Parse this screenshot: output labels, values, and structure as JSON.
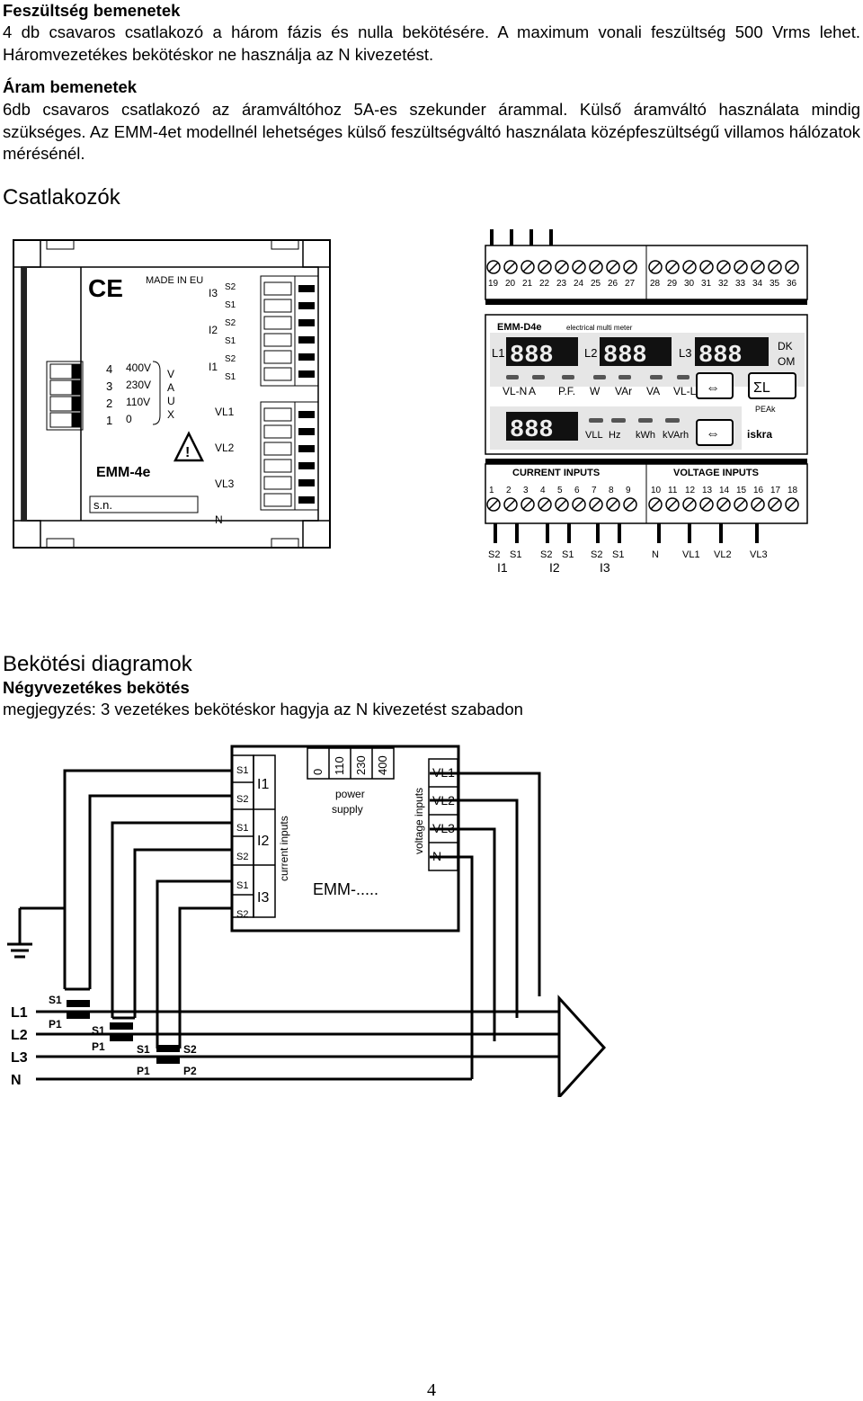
{
  "voltage": {
    "heading": "Feszültség bemenetek",
    "body": "4 db csavaros csatlakozó a három fázis és nulla bekötésére. A maximum vonali feszültség 500 Vrms lehet. Háromvezetékes bekötéskor ne használja az N kivezetést."
  },
  "current": {
    "heading": "Áram bemenetek",
    "body": "6db csavaros csatlakozó az áramváltóhoz 5A-es szekunder árammal. Külső áramváltó használata mindig szükséges. Az EMM-4et modellnél lehetséges külső feszültségváltó használata középfeszültségű villamos hálózatok mérésénél."
  },
  "connectors": {
    "title": "Csatlakozók",
    "left_device": {
      "made_in": "MADE IN EU",
      "model": "EMM-4e",
      "sn": "s.n.",
      "aux_terms": [
        "4",
        "3",
        "2",
        "1"
      ],
      "aux_volts": [
        "400V",
        "230V",
        "110V",
        "0"
      ],
      "aux_letters": [
        "V",
        "A",
        "U",
        "X"
      ],
      "ct_labels": [
        "I3",
        "I2",
        "I1"
      ],
      "ct_terms": [
        "S2",
        "S1",
        "S2",
        "S1",
        "S2",
        "S1"
      ],
      "volt_labels": [
        "VL1",
        "VL2",
        "VL3",
        "N"
      ]
    },
    "right_device": {
      "top_terms": [
        "19",
        "20",
        "21",
        "22",
        "23",
        "24",
        "25",
        "26",
        "27",
        "28",
        "29",
        "30",
        "31",
        "32",
        "33",
        "34",
        "35",
        "36"
      ],
      "bottom_terms": [
        "1",
        "2",
        "3",
        "4",
        "5",
        "6",
        "7",
        "8",
        "9",
        "10",
        "11",
        "12",
        "13",
        "14",
        "15",
        "16",
        "17",
        "18"
      ],
      "model": "EMM-D4e",
      "subtitle": "electrical multi meter",
      "displays": [
        "888",
        "888",
        "888",
        "888"
      ],
      "phase_labels": [
        "L1",
        "L2",
        "L3"
      ],
      "dk_label": "DK",
      "om_label": "OM",
      "row_labels": [
        "VL-N",
        "A",
        "P.F.",
        "W",
        "VAr",
        "VA",
        "VL-L"
      ],
      "bottom_row": [
        "VLL",
        "Hz",
        "kWh",
        "kVArh"
      ],
      "sigma": "ΣL",
      "peak": "PEAk",
      "brand": "iskra",
      "current_inputs": "CURRENT INPUTS",
      "voltage_inputs": "VOLTAGE INPUTS",
      "pin_labels": [
        "S2",
        "S1",
        "S2",
        "S1",
        "S2",
        "S1",
        "N",
        "VL1",
        "VL2",
        "VL3"
      ],
      "pin_groups": [
        "I1",
        "I2",
        "I3"
      ]
    }
  },
  "diagrams": {
    "title": "Bekötési diagramok",
    "subtitle": "Négyvezetékes bekötés",
    "note": "megjegyzés: 3 vezetékes bekötéskor hagyja az N kivezetést szabadon",
    "ct_terms": [
      "S1",
      "S2",
      "S1",
      "S2",
      "S1",
      "S2"
    ],
    "ct_names": [
      "I1",
      "I2",
      "I3"
    ],
    "current_inputs": "current inputs",
    "supply_values": [
      "0",
      "110",
      "230",
      "400"
    ],
    "power_supply": [
      "power",
      "supply"
    ],
    "voltage_inputs": "voltage inputs",
    "volt_terms": [
      "VL1",
      "VL2",
      "VL3",
      "N"
    ],
    "model": "EMM-.....",
    "lines": [
      "L1",
      "L2",
      "L3",
      "N"
    ],
    "transformer_labels": [
      "S1",
      "P1",
      "S1",
      "P1",
      "S1",
      "S2",
      "P1",
      "P2"
    ]
  },
  "page_number": "4"
}
